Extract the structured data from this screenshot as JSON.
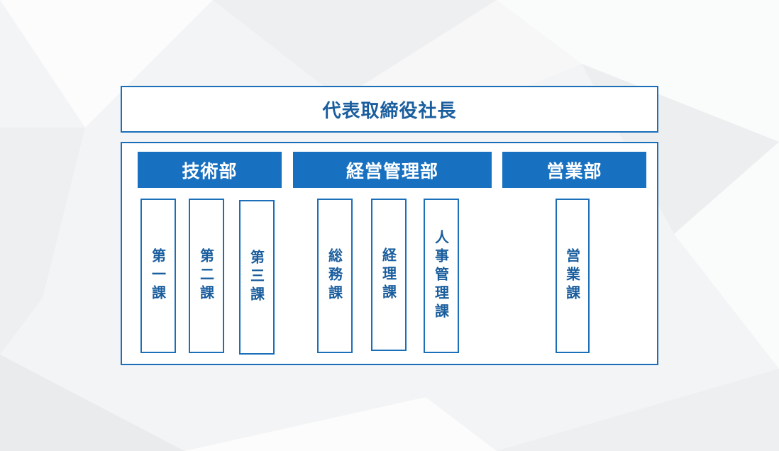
{
  "ceo": {
    "label": "代表取締役社長"
  },
  "departments": [
    {
      "name": "技術部",
      "sections": [
        "第一課",
        "第二課",
        "第三課"
      ]
    },
    {
      "name": "経営管理部",
      "sections": [
        "総務課",
        "経理課",
        "人事管理課"
      ]
    },
    {
      "name": "営業部",
      "sections": [
        "営業課"
      ]
    }
  ],
  "colors": {
    "accent": "#1770c0",
    "border": "#1a6fb8",
    "text": "#1a5e9e"
  }
}
